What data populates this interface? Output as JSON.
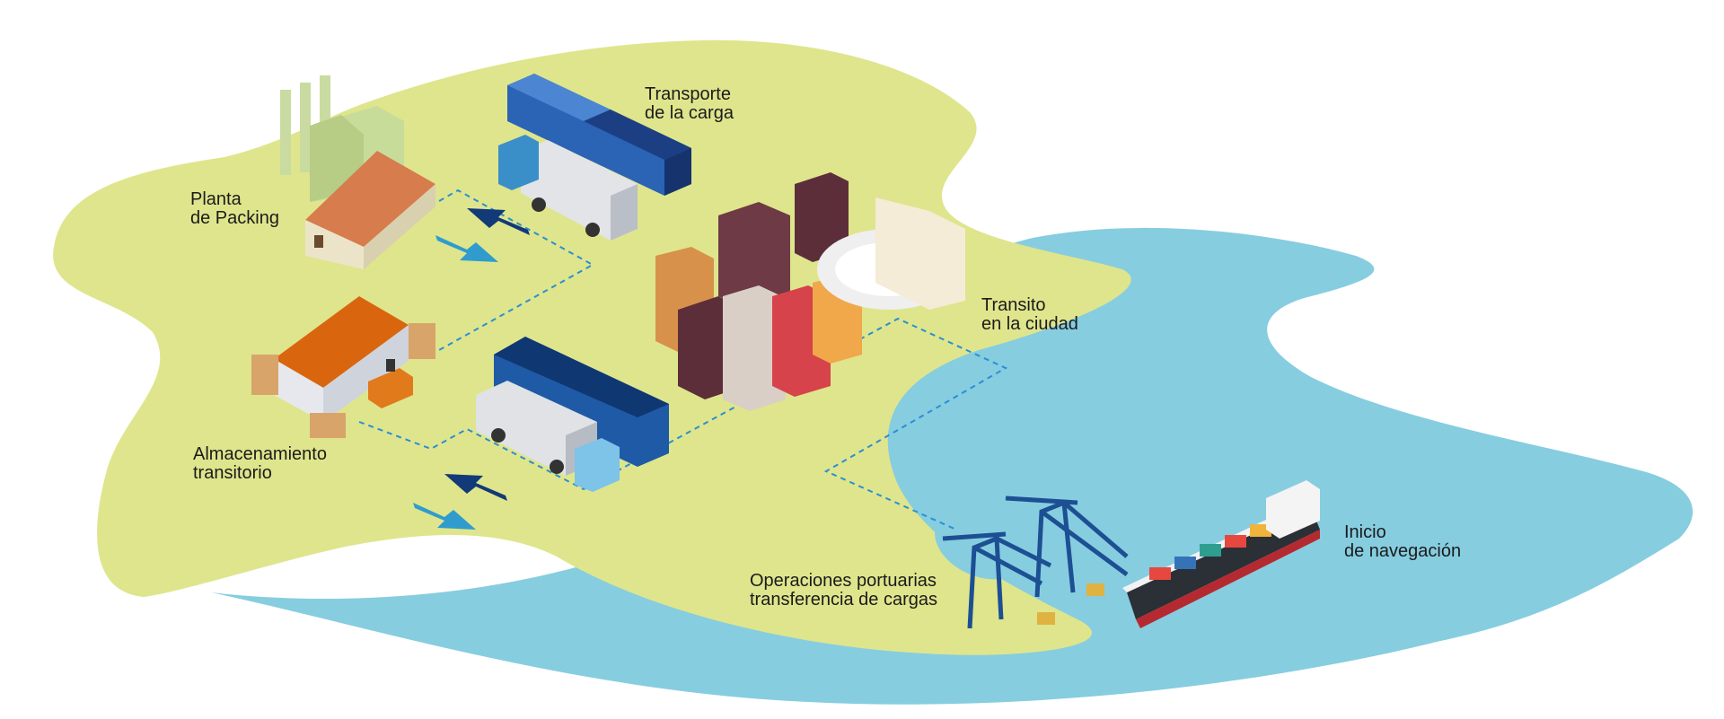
{
  "colors": {
    "land": "#dfe58c",
    "water": "#86cde0",
    "route": "#2a8fd2",
    "arrow_light": "#2f9ccd",
    "arrow_dark": "#123a78",
    "crane": "#1d4f93",
    "label": "#1b1b1b"
  },
  "icons": [
    "factory-icon",
    "train-icon",
    "truck-icon",
    "warehouse-icon",
    "forklift-icon",
    "city-buildings-icon",
    "port-crane-icon",
    "container-ship-icon",
    "arrow-icon"
  ],
  "labels": {
    "packing": {
      "line1": "Planta",
      "line2": "de Packing"
    },
    "transport": {
      "line1": "Transporte",
      "line2": "de la carga"
    },
    "transit": {
      "line1": "Transito",
      "line2": "en la ciudad"
    },
    "storage": {
      "line1": "Almacenamiento",
      "line2": "transitorio"
    },
    "port": {
      "line1": "Operaciones portuarias",
      "line2": "transferencia de cargas"
    },
    "navigation": {
      "line1": "Inicio",
      "line2": "de navegación"
    }
  }
}
